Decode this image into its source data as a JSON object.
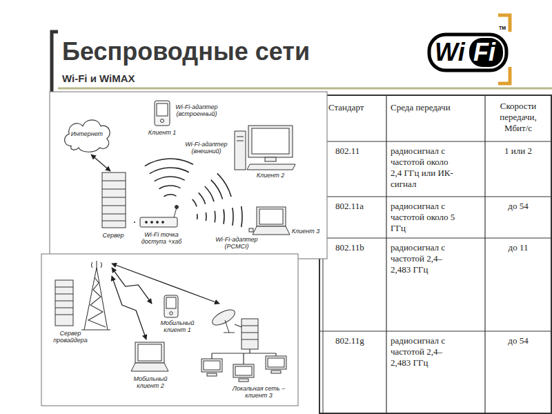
{
  "diagram": {
    "title": "Беспроводные сети",
    "nodes": [
      {
        "text": [
          "Интернет"
        ]
      },
      {
        "text": [
          "Сервер"
        ]
      },
      {
        "text": [
          "Wi-Fi точка доступа +хаб"
        ]
      },
      {
        "text": [
          "Клиент 1",
          "Wi-Fi-адаптер (встроенный)"
        ]
      },
      {
        "text": [
          "Клиент 2",
          "Wi-Fi-адаптер (внешний)"
        ]
      },
      {
        "text": [
          "Клиент 3",
          "Wi-Fi-адаптер (PCMCI)"
        ]
      },
      {
        "text": [
          "Сервер провайдера"
        ]
      },
      {
        "text": [
          "Мобильный клиент 1"
        ]
      },
      {
        "text": [
          "Мобильный клиент 2"
        ]
      },
      {
        "text": [
          "Локальная сеть – клиент 3"
        ]
      }
    ],
    "edges": [
      {
        "from": 0,
        "to": 1,
        "arrow": "both"
      },
      {
        "from": 1,
        "to": 2,
        "arrow": "none"
      },
      {
        "from": 6,
        "to": 7,
        "arrow": "both"
      },
      {
        "from": 6,
        "to": 8,
        "arrow": "both"
      },
      {
        "from": 6,
        "to": 9,
        "arrow": "both"
      }
    ],
    "labels": [
      "Wi-Fi и WiMAX",
      "Wi",
      "Fi",
      "TM",
      "Стандарт",
      "Среда передачи",
      "Скорости передачи, Мбит/с",
      "802.11",
      "радиосигнал с частотой около 2,4 ГГц или ИК-сигнал",
      "1 или 2",
      "802.11a",
      "радиосигнал с частотой около 5 ГГц",
      "до 54",
      "802.11b",
      "радиосигнал с частотой 2,4–2,483 ГГц",
      "до 11",
      "802.11g",
      "радиосигнал с частотой 2,4–2,483 ГГц",
      "до 54"
    ]
  }
}
